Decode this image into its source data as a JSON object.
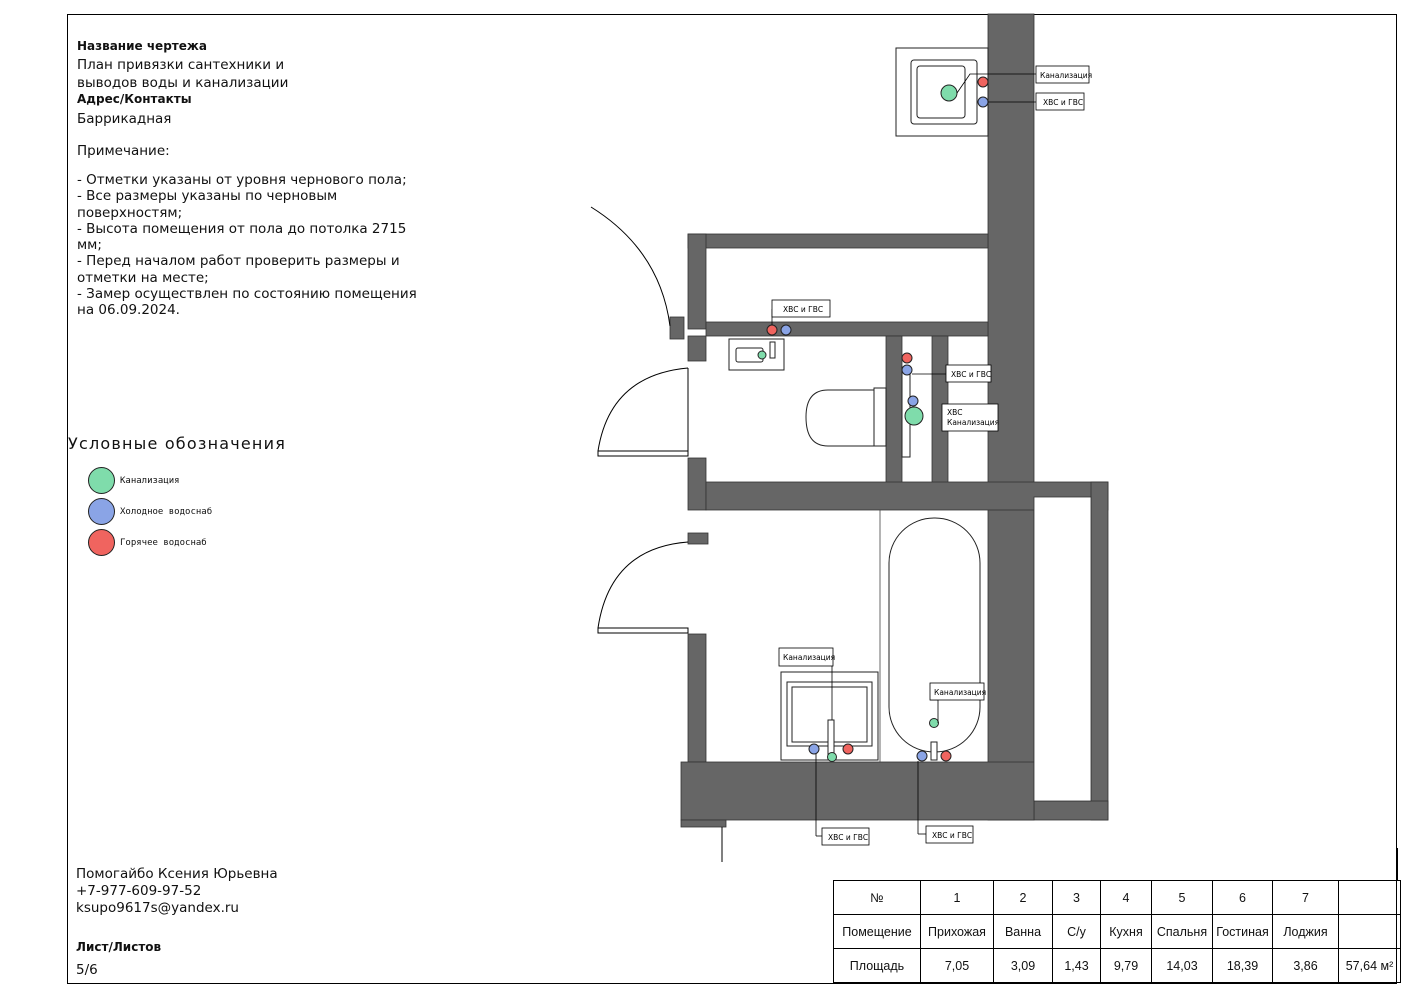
{
  "header": {
    "drawing_title_label": "Название чертежа",
    "drawing_title_line1": "План привязки сантехники и",
    "drawing_title_line2": "выводов воды и канализации",
    "address_label": "Адрес/Контакты",
    "address_value": "Баррикадная",
    "note_label": "Примечание:",
    "notes": [
      "- Отметки указаны от уровня чернового пола;",
      "- Все размеры указаны по черновым поверхностям;",
      "- Высота помещения от пола до потолка 2715 мм;",
      "- Перед началом работ проверить размеры и отметки на месте;",
      "- Замер осуществлен по состоянию помещения на 06.09.2024."
    ]
  },
  "legend": {
    "title": "Условные обозначения",
    "items": [
      {
        "label": "Канализация",
        "color": "#7fdcab"
      },
      {
        "label": "Холодное водоснаб",
        "color": "#8aa4e6"
      },
      {
        "label": "Горячее водоснаб",
        "color": "#f0645f"
      }
    ]
  },
  "plan": {
    "tag_kitchen_sewer": "Канализация",
    "tag_kitchen_water": "ХВС и ГВС",
    "tag_bath_sink_water": "ХВС и ГВС",
    "tag_wc_water": "ХВС и ГВС",
    "tag_wc_combo_line1": "ХВС",
    "tag_wc_combo_line2": "Канализация",
    "tag_washer_sewer": "Канализация",
    "tag_tub_sewer": "Канализация",
    "tag_washer_water": "ХВС и ГВС",
    "tag_tub_water": "ХВС и ГВС",
    "wall_color": "#666666"
  },
  "footer": {
    "author": "Помогайбо Ксения Юрьевна",
    "phone": "+7-977-609-97-52",
    "email": "ksupo9617s@yandex.ru",
    "sheet_label": "Лист/Листов",
    "sheet_value": "5/6"
  },
  "rooms_table": {
    "header_no": "№",
    "numbers": [
      "1",
      "2",
      "3",
      "4",
      "5",
      "6",
      "7"
    ],
    "room_label": "Помещение",
    "rooms": [
      "Прихожая",
      "Ванна",
      "С/у",
      "Кухня",
      "Спальня",
      "Гостиная",
      "Лоджия"
    ],
    "area_label": "Площадь",
    "areas": [
      "7,05",
      "3,09",
      "1,43",
      "9,79",
      "14,03",
      "18,39",
      "3,86"
    ],
    "total_area": "57,64 м²"
  }
}
